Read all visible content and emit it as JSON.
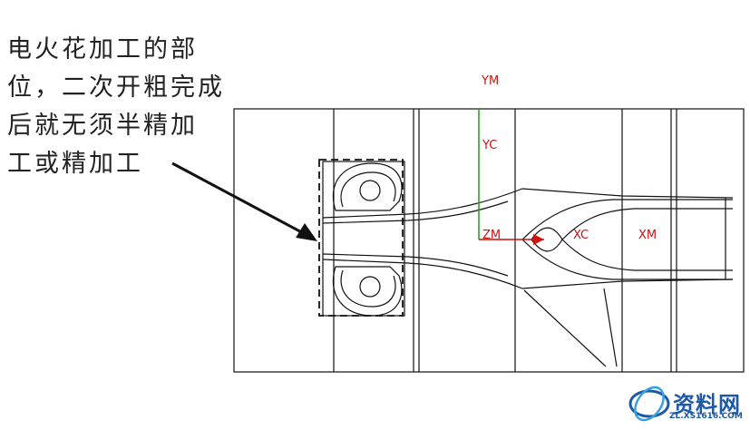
{
  "annotation": {
    "lines": [
      "电火花加工的部",
      "位，二次开粗完成",
      "后就无须半精加",
      "工或精加工"
    ]
  },
  "axes": {
    "ym": "YM",
    "yc": "YC",
    "zm": "ZM",
    "xc": "XC",
    "xm": "XM"
  },
  "colors": {
    "drawing": "#111111",
    "axis_label": "#cc1111",
    "axis_y": "#22aa22",
    "axis_x": "#cc1111",
    "watermark": "#1c5aa8"
  },
  "watermark": {
    "name": "资料网",
    "url": "ZL.XS1616.COM",
    "icon": "xs-logo-icon"
  }
}
